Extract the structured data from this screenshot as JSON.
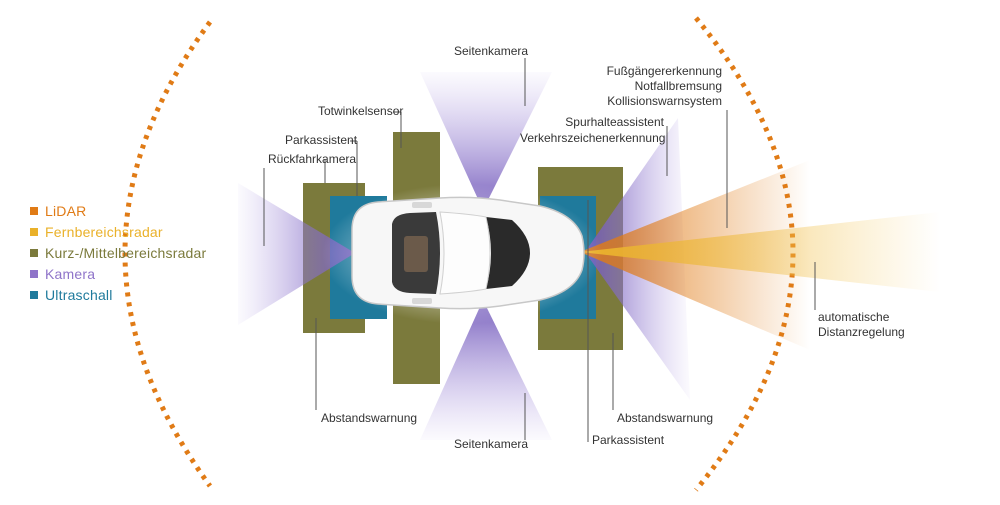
{
  "legend": [
    {
      "label": "LiDAR",
      "color": "#e07b16"
    },
    {
      "label": "Fernbereichsradar",
      "color": "#eab12a"
    },
    {
      "label": "Kurz-/Mittelbereichsradar",
      "color": "#7b7a3c"
    },
    {
      "label": "Kamera",
      "color": "#8f74c9"
    },
    {
      "label": "Ultraschall",
      "color": "#1f7a9c"
    }
  ],
  "labels": {
    "seitenkamera_top": "Seitenkamera",
    "totwinkelsensor": "Totwinkelsensor",
    "parkassistent_left": "Parkassistent",
    "rueckfahrkamera": "Rückfahrkamera",
    "fussgaenger": "Fußgängererkennung",
    "notfallbremsung": "Notfallbremsung",
    "kollisionswarnsystem": "Kollisionswarnsystem",
    "spurhalteassistent": "Spurhalteassistent",
    "verkehrszeichen": "Verkehrszeichenerkennung",
    "automatische": "automatische",
    "distanzregelung": "Distanzregelung",
    "abstandswarnung_left": "Abstandswarnung",
    "seitenkamera_bottom": "Seitenkamera",
    "abstandswarnung_right": "Abstandswarnung",
    "parkassistent_right": "Parkassistent"
  }
}
